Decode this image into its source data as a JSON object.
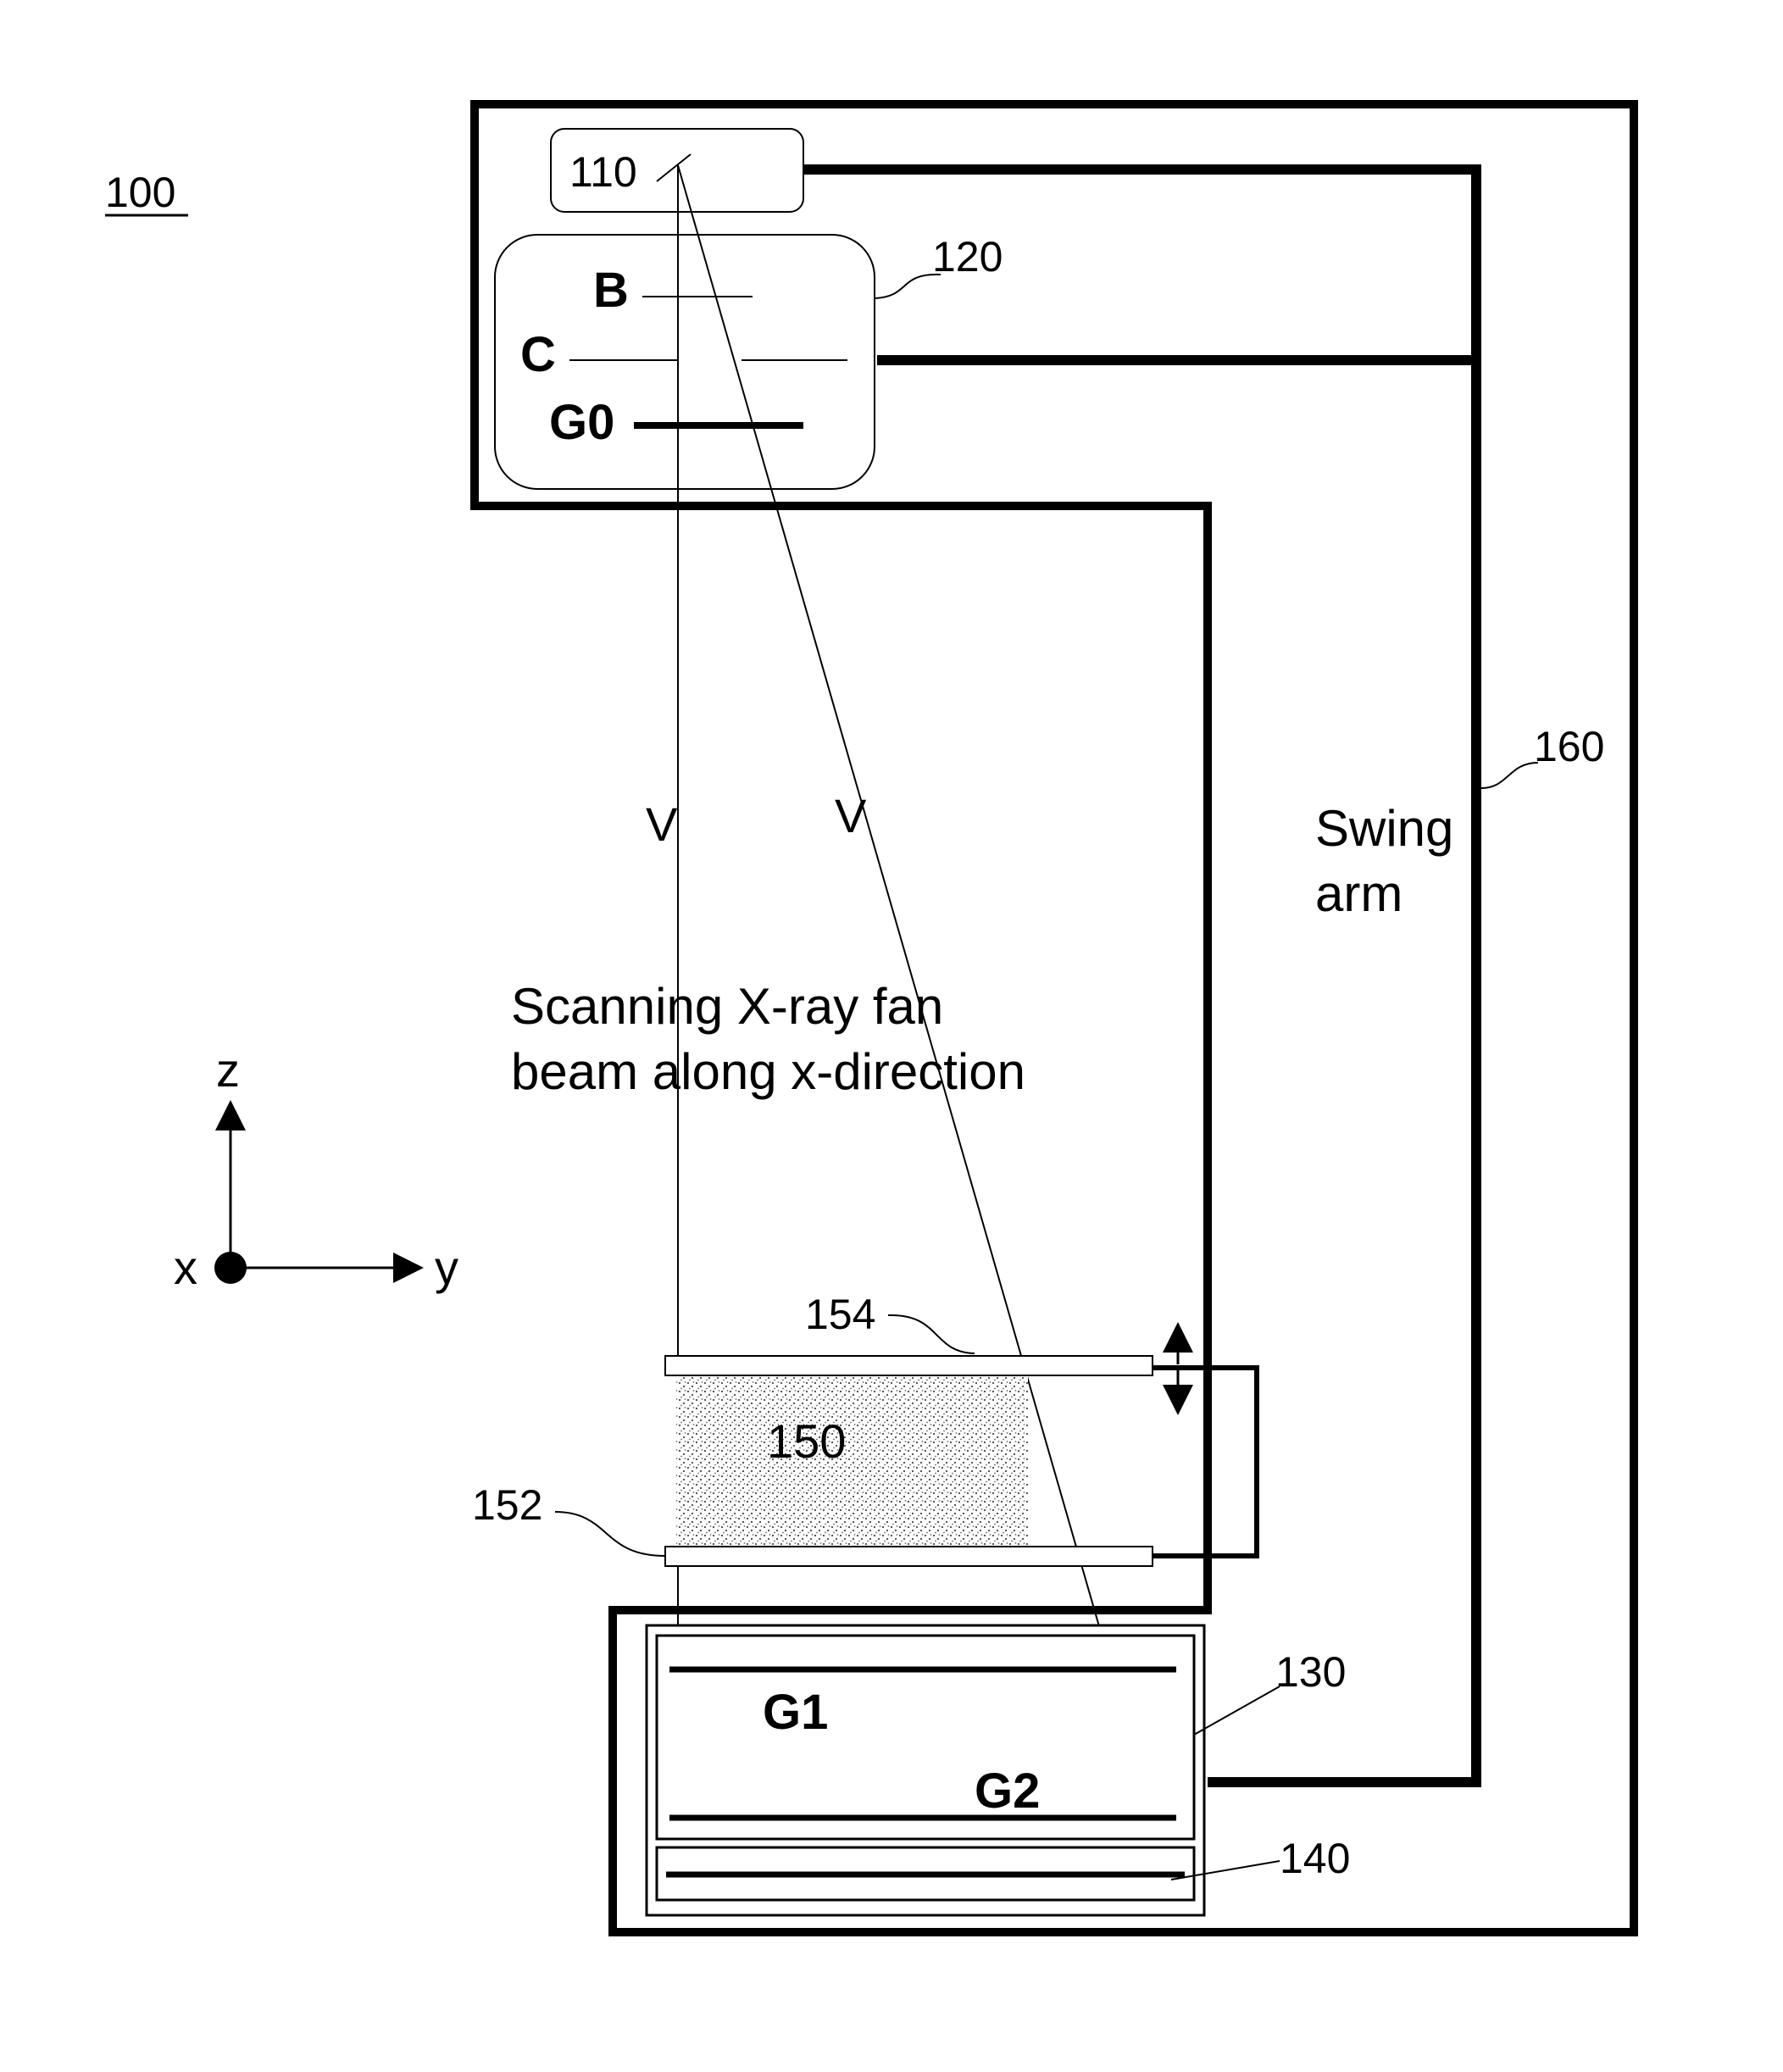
{
  "figure": {
    "ref": "100",
    "source": {
      "ref": "110"
    },
    "collimator": {
      "ref": "120",
      "items": [
        "B",
        "C",
        "G0"
      ]
    },
    "detector_assembly": {
      "ref": "130",
      "gratings": [
        "G1",
        "G2"
      ]
    },
    "detector": {
      "ref": "140"
    },
    "object": {
      "ref": "150"
    },
    "lower_plate": {
      "ref": "152"
    },
    "upper_plate": {
      "ref": "154"
    },
    "swing_arm": {
      "ref": "160",
      "label_line1": "Swing",
      "label_line2": "arm"
    },
    "beam": {
      "marker": "V",
      "caption_line1": "Scanning X-ray fan",
      "caption_line2": "beam along x-direction"
    },
    "axes": {
      "z": "z",
      "x": "x",
      "y": "y"
    }
  }
}
